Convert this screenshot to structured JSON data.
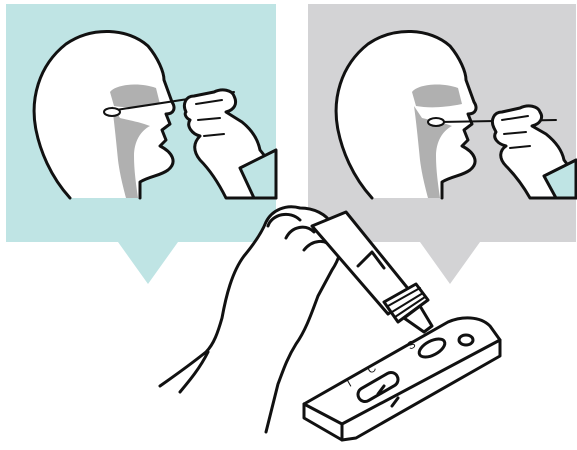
{
  "colors": {
    "panel_left": "#bfe4e4",
    "panel_right": "#d3d3d5",
    "airway": "#b0b0b0",
    "glove_cuff": "#bfe4e4",
    "ink": "#111111",
    "background": "#ffffff"
  },
  "panels": [
    {
      "name": "nasal-swab",
      "icon": "nasal-swab-illustration"
    },
    {
      "name": "nasopharyngeal-swab",
      "icon": "deep-nasal-swab-illustration"
    }
  ],
  "test_cassette": {
    "sample_well_label": "S",
    "control_line_label": "C",
    "test_line_label": "T"
  }
}
